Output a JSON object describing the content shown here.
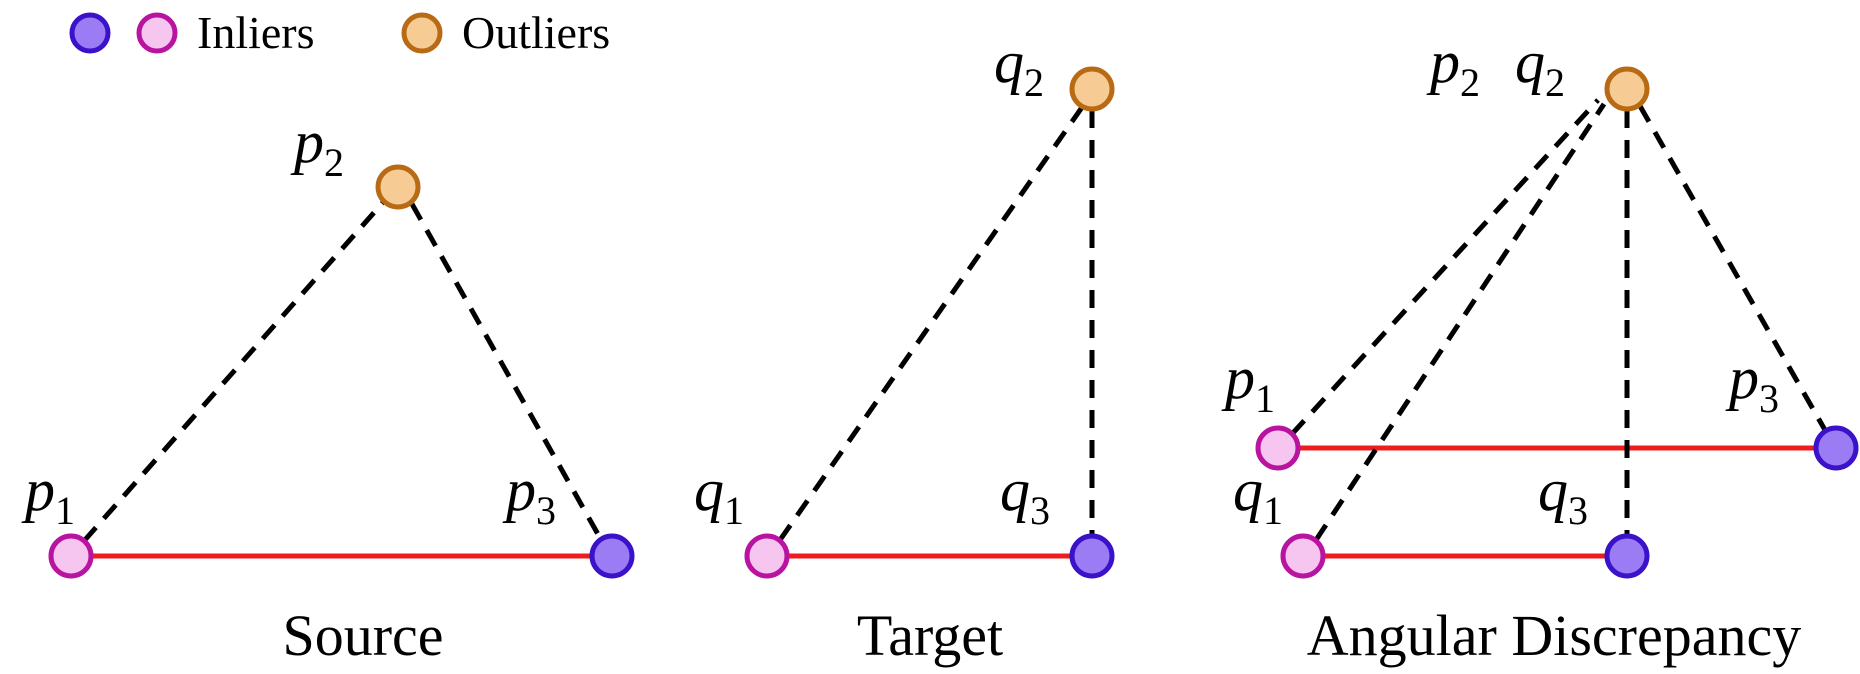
{
  "legend": {
    "inliers_label": "Inliers",
    "outliers_label": "Outliers"
  },
  "colors": {
    "inlier_blue_fill": "#9b7cf4",
    "inlier_blue_stroke": "#3a12c9",
    "inlier_pink_fill": "#f7c6f0",
    "inlier_pink_stroke": "#b8149f",
    "outlier_fill": "#f7cc94",
    "outlier_stroke": "#b86a14",
    "inlier_edge": "#ee1c1c",
    "outlier_edge": "#000000"
  },
  "panels": [
    {
      "caption": "Source",
      "labels": [
        {
          "var": "p",
          "sub": "1"
        },
        {
          "var": "p",
          "sub": "2"
        },
        {
          "var": "p",
          "sub": "3"
        }
      ]
    },
    {
      "caption": "Target",
      "labels": [
        {
          "var": "q",
          "sub": "1"
        },
        {
          "var": "q",
          "sub": "2"
        },
        {
          "var": "q",
          "sub": "3"
        }
      ]
    },
    {
      "caption": "Angular Discrepancy",
      "labels": [
        {
          "var": "p",
          "sub": "1"
        },
        {
          "var": "p",
          "sub": "2"
        },
        {
          "var": "p",
          "sub": "3"
        },
        {
          "var": "q",
          "sub": "1"
        },
        {
          "var": "q",
          "sub": "2"
        },
        {
          "var": "q",
          "sub": "3"
        }
      ]
    }
  ]
}
